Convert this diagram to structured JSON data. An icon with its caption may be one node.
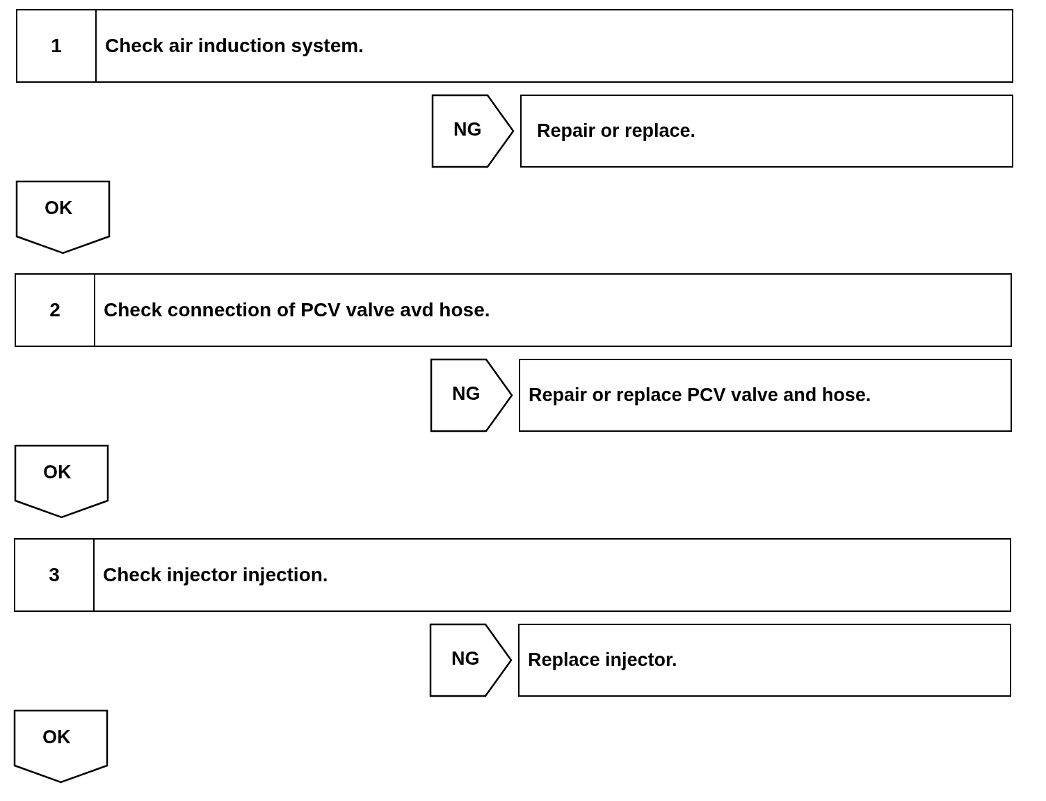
{
  "diagram": {
    "nodes": [
      {
        "text": [
          "1",
          "Check air induction system."
        ]
      },
      {
        "text": [
          "NG"
        ]
      },
      {
        "text": [
          "Repair or replace."
        ]
      },
      {
        "text": [
          "OK"
        ]
      },
      {
        "text": [
          "2",
          "Check connection of PCV valve avd hose."
        ]
      },
      {
        "text": [
          "NG"
        ]
      },
      {
        "text": [
          "Repair or replace PCV valve and hose."
        ]
      },
      {
        "text": [
          "OK"
        ]
      },
      {
        "text": [
          "3",
          "Check injector injection."
        ]
      },
      {
        "text": [
          "NG"
        ]
      },
      {
        "text": [
          "Replace injector."
        ]
      },
      {
        "text": [
          "OK"
        ]
      }
    ]
  }
}
